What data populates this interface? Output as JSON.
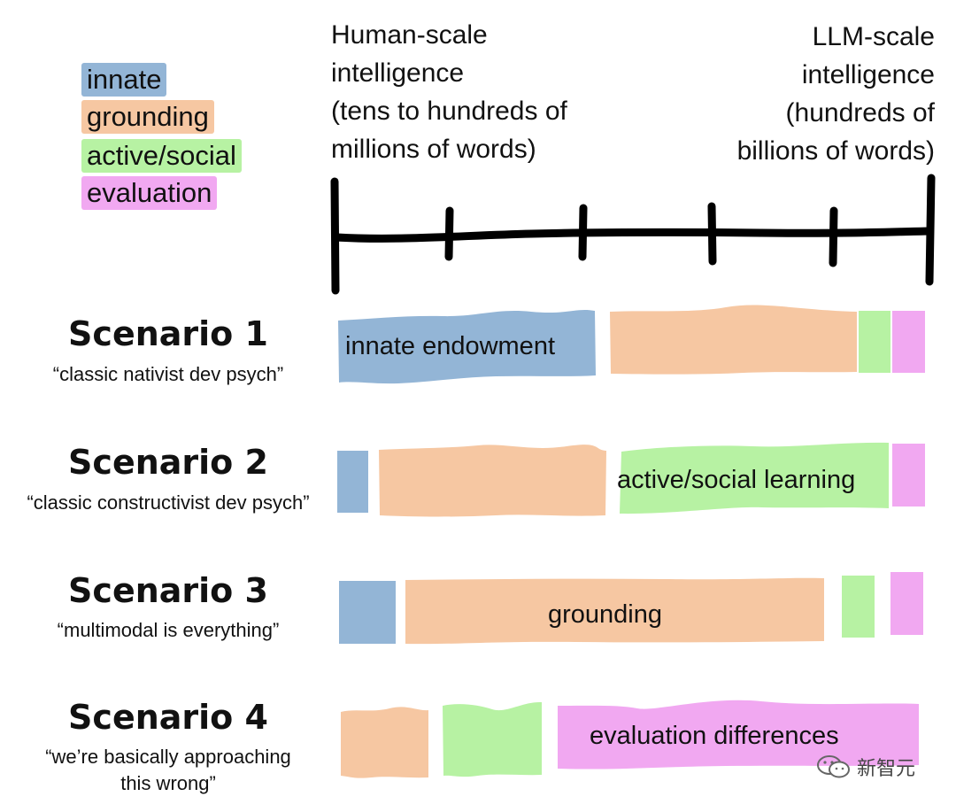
{
  "colors": {
    "innate": "#93b5d6",
    "grounding": "#f6c7a2",
    "active_social": "#b7f2a3",
    "evaluation": "#f1a8f1",
    "ink": "#000000"
  },
  "legend": [
    {
      "label": "innate",
      "color": "#93b5d6"
    },
    {
      "label": "grounding",
      "color": "#f6c7a2"
    },
    {
      "label": "active/social",
      "color": "#b7f2a3"
    },
    {
      "label": "evaluation",
      "color": "#f1a8f1"
    }
  ],
  "axis": {
    "left_label": [
      "Human-scale",
      "intelligence",
      "(tens to hundreds of",
      "millions of words)"
    ],
    "right_label": [
      "LLM-scale",
      "intelligence",
      "(hundreds of",
      "billions of words)"
    ]
  },
  "scenarios": [
    {
      "title": "Scenario 1",
      "subtitle": [
        "“classic nativist dev psych”"
      ],
      "segments": [
        {
          "kind": "innate",
          "label": "innate endowment"
        },
        {
          "kind": "grounding",
          "label": ""
        },
        {
          "kind": "active_social",
          "label": ""
        },
        {
          "kind": "evaluation",
          "label": ""
        }
      ]
    },
    {
      "title": "Scenario 2",
      "subtitle": [
        "“classic constructivist dev psych”"
      ],
      "segments": [
        {
          "kind": "innate",
          "label": ""
        },
        {
          "kind": "grounding",
          "label": ""
        },
        {
          "kind": "active_social",
          "label": "active/social learning"
        },
        {
          "kind": "evaluation",
          "label": ""
        }
      ]
    },
    {
      "title": "Scenario 3",
      "subtitle": [
        "“multimodal is everything”"
      ],
      "segments": [
        {
          "kind": "innate",
          "label": ""
        },
        {
          "kind": "grounding",
          "label": "grounding"
        },
        {
          "kind": "active_social",
          "label": ""
        },
        {
          "kind": "evaluation",
          "label": ""
        }
      ]
    },
    {
      "title": "Scenario 4",
      "subtitle": [
        "“we’re basically approaching",
        "this wrong”"
      ],
      "segments": [
        {
          "kind": "grounding",
          "label": ""
        },
        {
          "kind": "active_social",
          "label": ""
        },
        {
          "kind": "evaluation",
          "label": "evaluation differences"
        }
      ]
    }
  ],
  "watermark": {
    "text": "新智元",
    "icon": "wechat-icon"
  }
}
